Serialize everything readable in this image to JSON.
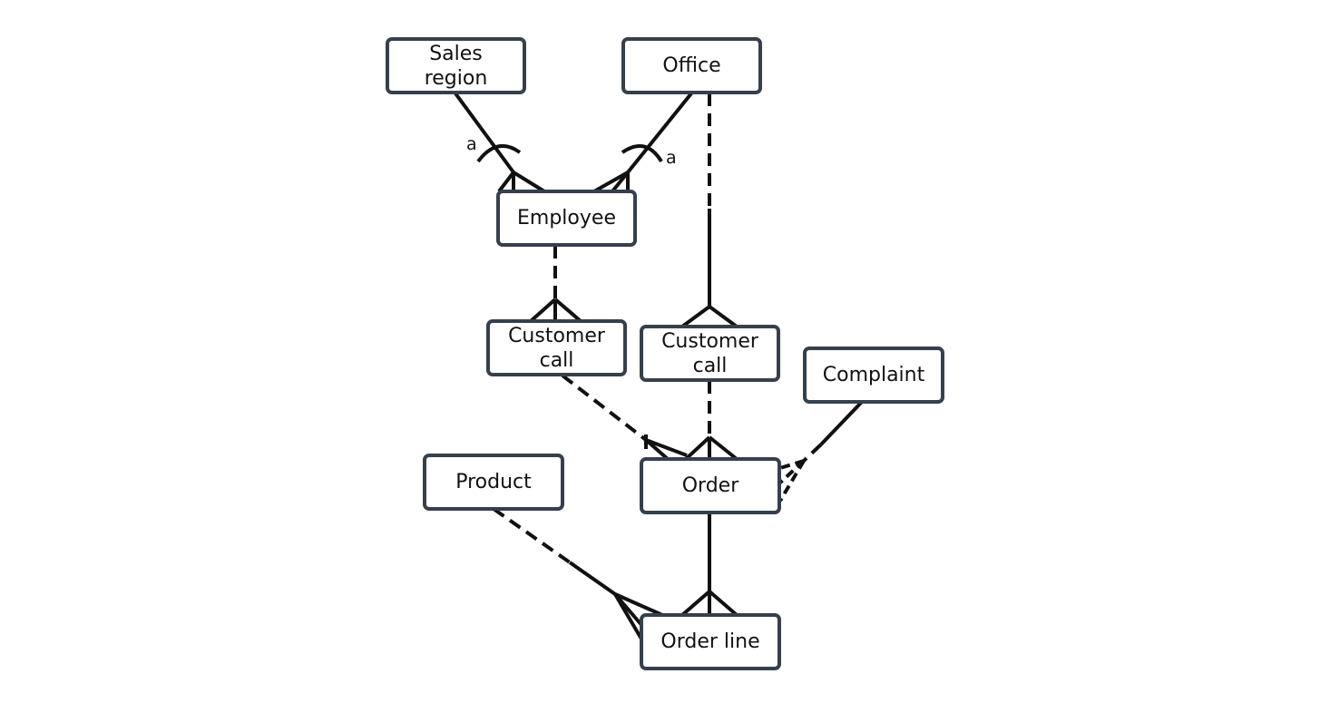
{
  "entities": {
    "sales_region": "Sales\nregion",
    "office": "Office",
    "employee": "Employee",
    "customer_call_1": "Customer\ncall",
    "customer_call_2": "Customer\ncall",
    "complaint": "Complaint",
    "product": "Product",
    "order": "Order",
    "order_line": "Order line"
  },
  "arc_labels": {
    "left": "a",
    "right": "a"
  },
  "colors": {
    "line": "#111111",
    "box_border": "#36404d"
  }
}
